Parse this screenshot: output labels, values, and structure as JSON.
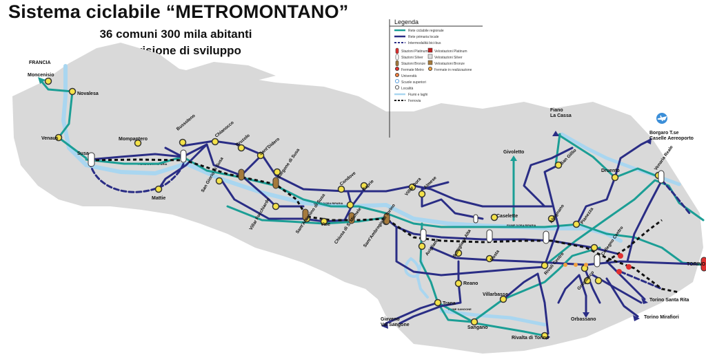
{
  "title": "Sistema ciclabile “METROMONTANO”",
  "subtitle_line1": "36 comuni 300 mila abitanti",
  "subtitle_line2": "Una visione di sviluppo",
  "legend": {
    "title": "Legenda",
    "items": [
      "Rete ciclabile regionale",
      "Rete primaria locale",
      "Intermodalità bici-bus",
      "Stazioni Platinum",
      "Velostazioni Platinum",
      "Stazioni Silver",
      "Velostazioni Silver",
      "Stazioni Bronze",
      "Velostazioni Bronze",
      "Fermate Metro",
      "Fermate in realizzazione",
      "Università",
      "Scuole superiori",
      "Località",
      "Fiumi e laghi",
      "Ferrovia"
    ]
  },
  "rivers": [
    "FIUME DORA RIPARIA",
    "FIUME DORA RIPARIA",
    "FIUME DORA RIPARIA",
    "FIUME SANGONE"
  ],
  "places": [
    "FRANCIA",
    "Moncenisio",
    "Novalesa",
    "Venaus",
    "Susa",
    "Mompantero",
    "Bussoleno",
    "Chianocco",
    "Bruzolo",
    "Sant'Didero",
    "Borgone di Susa",
    "San Giorio di Susa",
    "Mattie",
    "Villar Focchiardo",
    "Sant'Antonino di Susa",
    "Vaie",
    "Chiusa di S. Michele",
    "Condove",
    "Caprie",
    "Sant'Ambrogio di Torino",
    "Villar Dora",
    "Almese",
    "Caselette",
    "Givoletto",
    "Avigliana",
    "Buttigliera Alta",
    "Rosta",
    "Reano",
    "Trana",
    "Villarbasse",
    "Giaveno Val Sangone",
    "Sangano",
    "Rivalta di Torino",
    "Rivoli Centro",
    "Orbassano",
    "Grugliasco",
    "Collegno Centro",
    "Pianezza",
    "Alpignano",
    "Druento",
    "San Gillio",
    "Fiano La Cassa",
    "Venaria Reale",
    "Borgaro T.se Caselle Aereoporto",
    "TORINO",
    "Torino Santa Rita",
    "Torino Mirafiori"
  ],
  "colors": {
    "regional": "#1b9e95",
    "primary": "#2a2d85",
    "river": "#a9d6f0",
    "territory": "#d9d9d9",
    "station_fill": "#f4e24a",
    "metro": "#e03030"
  }
}
